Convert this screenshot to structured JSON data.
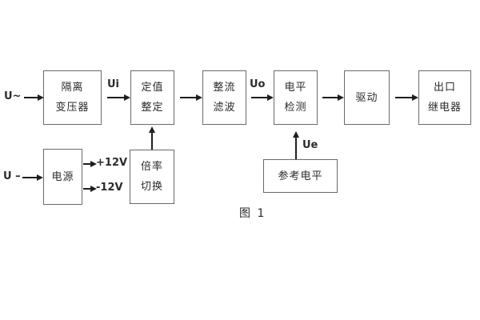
{
  "figure": {
    "caption": "图 1",
    "background_color": "#ffffff",
    "box_border_color": "#6a6a6a",
    "line_color": "#1f1f1f",
    "text_color": "#2b2b2b"
  },
  "blocks": [
    {
      "id": "isolation-transformer",
      "lines": [
        "隔离",
        "变压器"
      ]
    },
    {
      "id": "setting-adjust",
      "lines": [
        "定值",
        "整定"
      ]
    },
    {
      "id": "rectifier-filter",
      "lines": [
        "整流",
        "滤波"
      ]
    },
    {
      "id": "level-detect",
      "lines": [
        "电平",
        "检测"
      ]
    },
    {
      "id": "driver",
      "lines": [
        "驱动"
      ]
    },
    {
      "id": "output-relay",
      "lines": [
        "出口",
        "继电器"
      ]
    },
    {
      "id": "power-supply",
      "lines": [
        "电源"
      ]
    },
    {
      "id": "ratio-switch",
      "lines": [
        "倍率",
        "切换"
      ]
    },
    {
      "id": "reference-level",
      "lines": [
        "参考电平"
      ]
    }
  ],
  "signals": {
    "u_ac": "U~",
    "u_dc": "U –",
    "ui": "Ui",
    "uo": "Uo",
    "ue": "Ue",
    "plus_12v": "+12V",
    "minus_12v": "-12V"
  }
}
